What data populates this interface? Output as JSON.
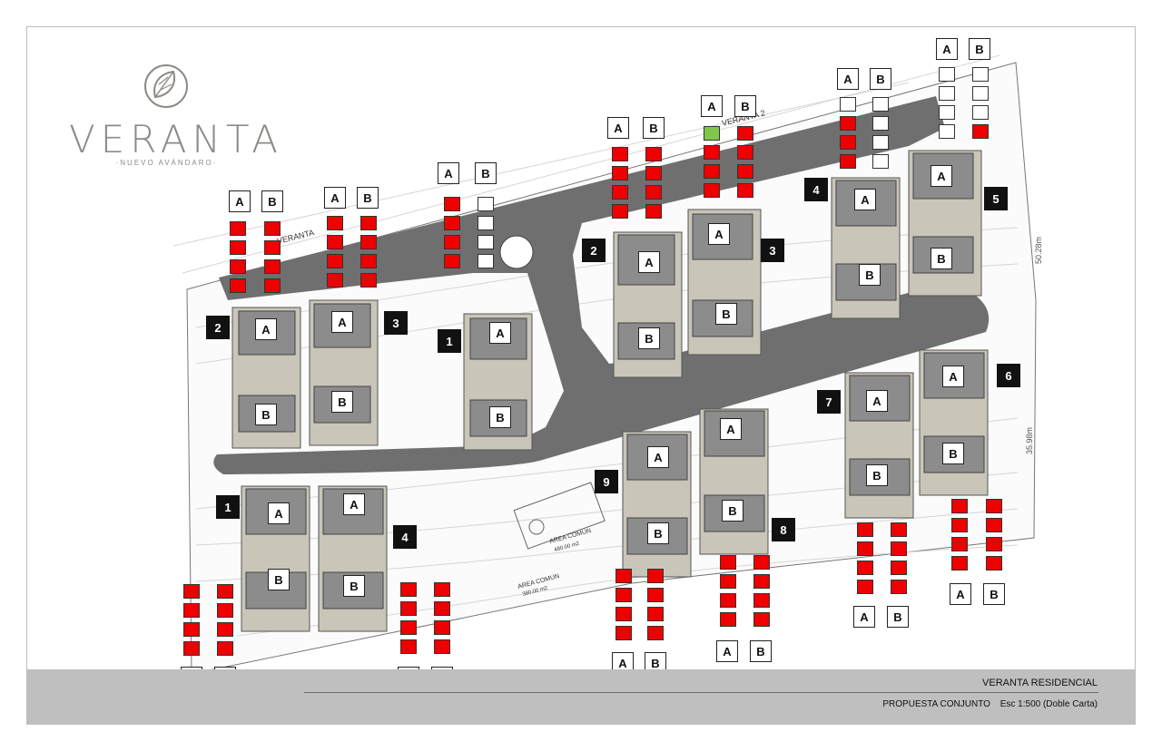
{
  "brand": {
    "name": "VERANTA",
    "tagline": "·NUEVO AVÁNDARO·"
  },
  "footer": {
    "title": "VERANTA RESIDENCIAL",
    "subtitle": "PROPUESTA CONJUNTO",
    "scale": "Esc 1:500 (Doble Carta)"
  },
  "map_text": {
    "street_top": "VERANTA",
    "street_top_right": "VERANTA 2",
    "area_comun_1": "AREA COMUN",
    "area_comun_1_size": "480.00 m2",
    "area_comun_2": "AREA COMUN",
    "area_comun_2_size": "380.00 m2",
    "dim_1": "50.28m",
    "dim_2": "35.98m"
  },
  "colors": {
    "occupied": "#ee0000",
    "available": "#ffffff",
    "highlight": "#7fc74a",
    "road": "#6f6f6f"
  },
  "lots": [
    {
      "number": "1"
    },
    {
      "number": "2"
    },
    {
      "number": "3"
    },
    {
      "number": "4"
    },
    {
      "number": "5"
    },
    {
      "number": "6"
    },
    {
      "number": "7"
    },
    {
      "number": "8"
    },
    {
      "number": "9"
    }
  ],
  "unit_labels": {
    "a": "A",
    "b": "B"
  }
}
